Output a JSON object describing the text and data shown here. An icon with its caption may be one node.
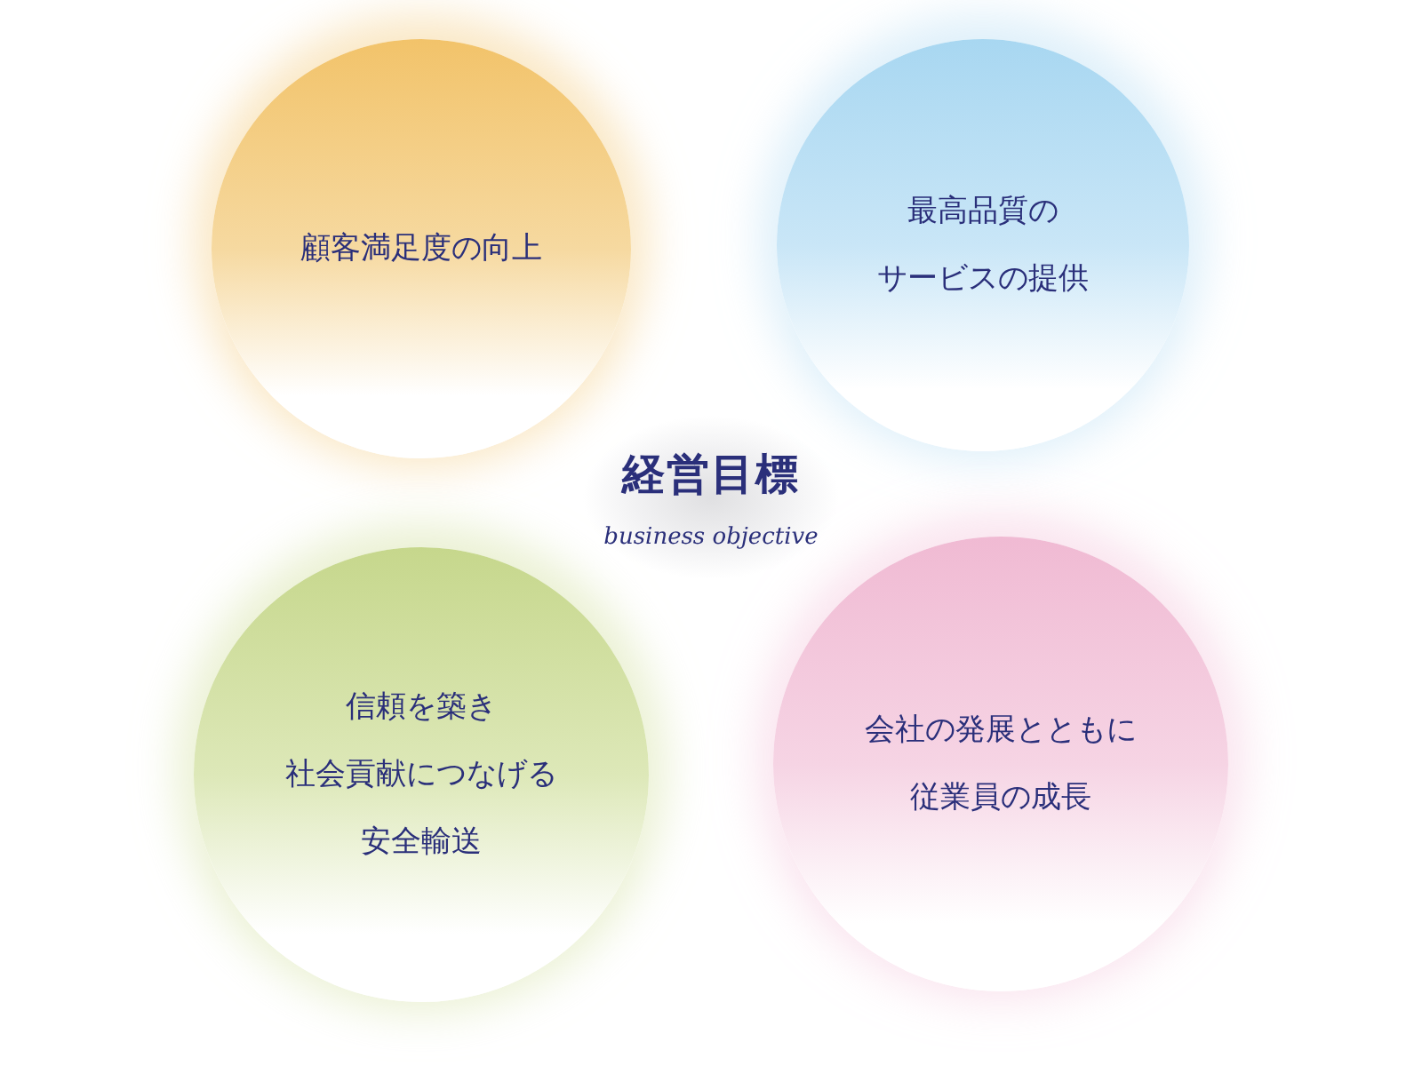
{
  "diagram": {
    "nodes": [
      {
        "text": [
          "経営目標",
          "business objective"
        ]
      },
      {
        "text": [
          "顧客満足度の向上"
        ]
      },
      {
        "text": [
          "最高品質のサービスの提供"
        ]
      },
      {
        "text": [
          "信頼を築き社会貢献につなげる安全輸送"
        ]
      },
      {
        "text": [
          "会社の発展とともに従業員の成長"
        ]
      }
    ]
  }
}
